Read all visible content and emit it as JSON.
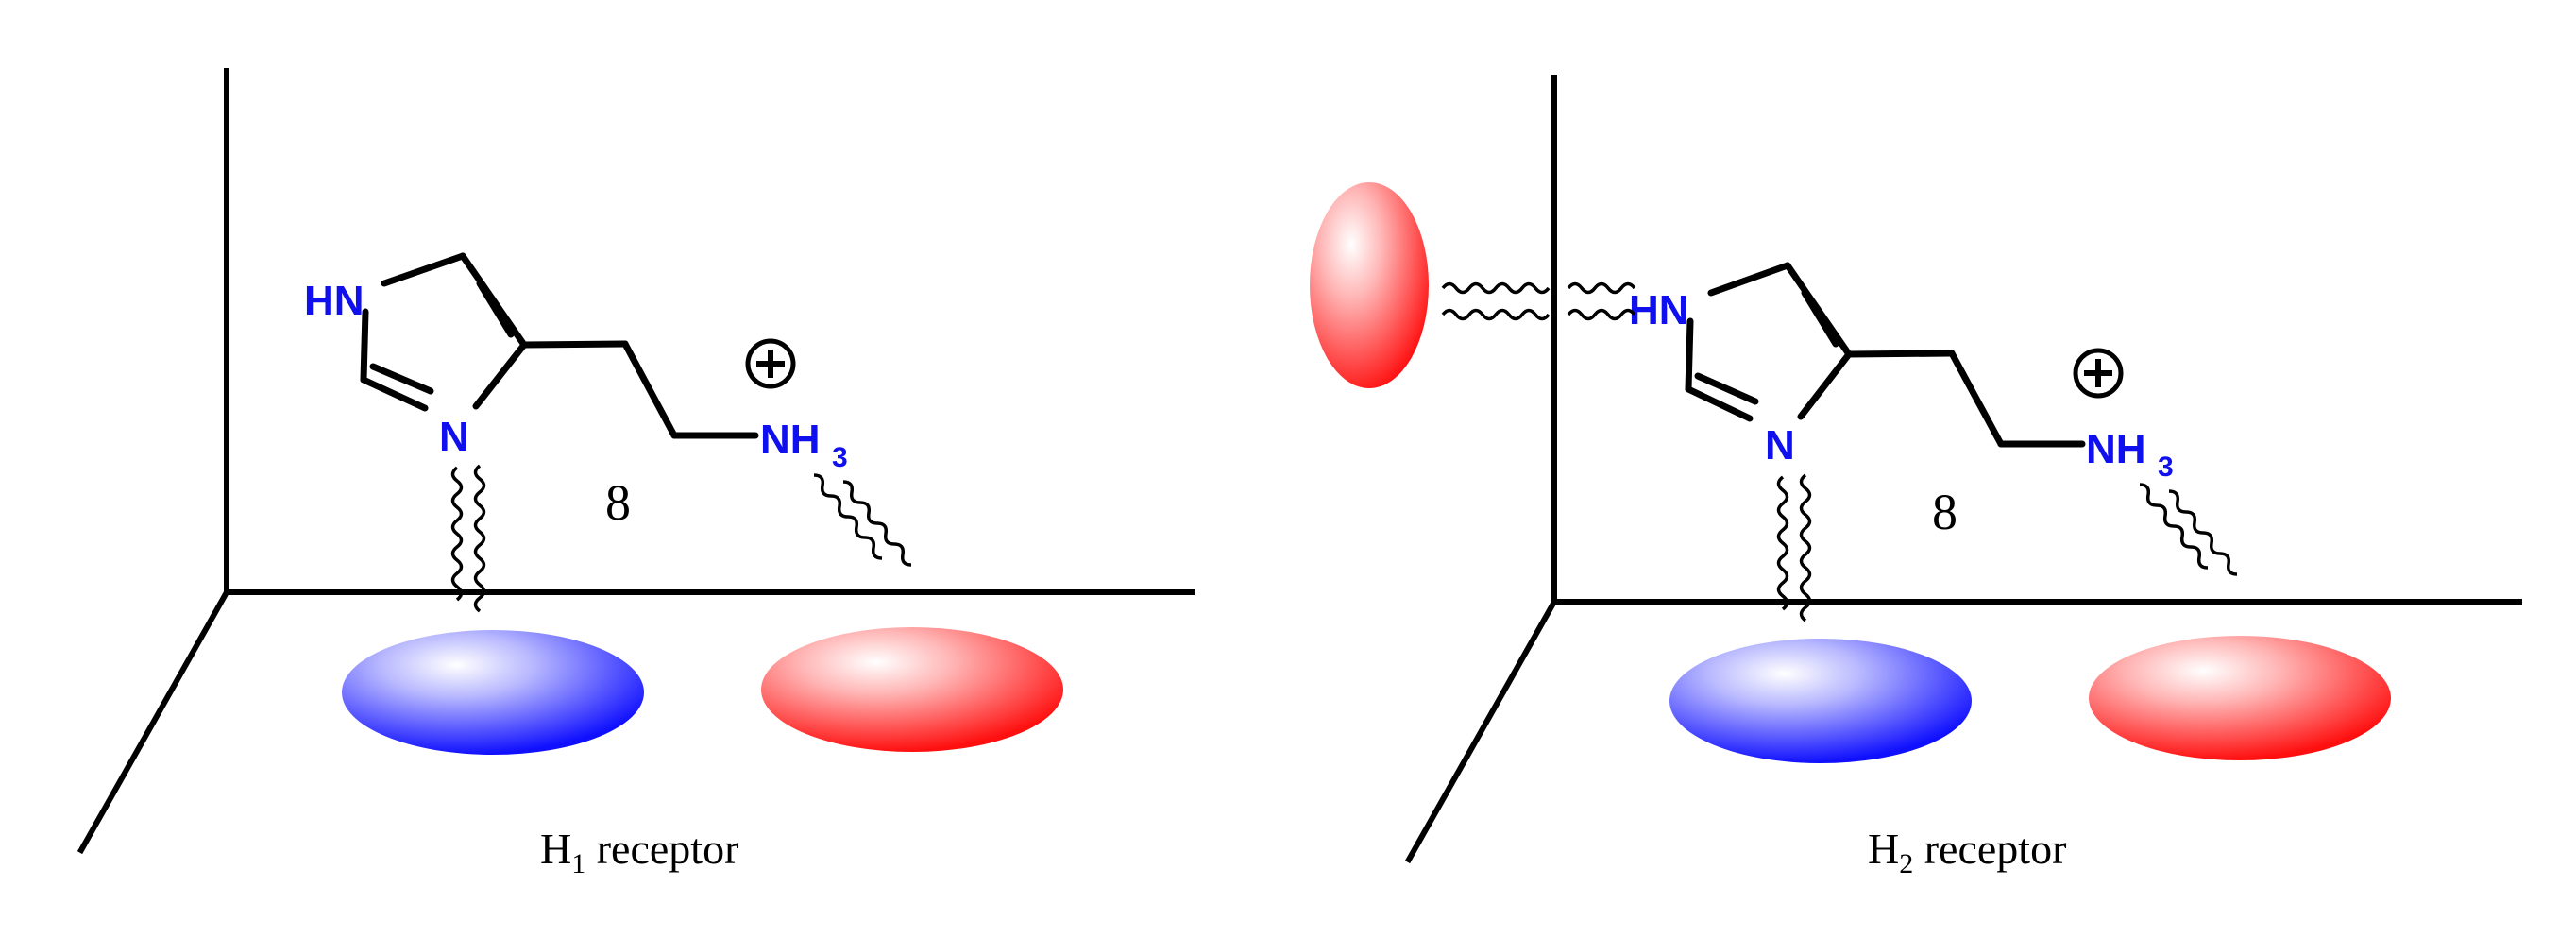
{
  "panels": [
    {
      "id": "h1",
      "caption_main": "H",
      "caption_sub": "1",
      "caption_rest": " receptor",
      "label_number": "8",
      "atoms": {
        "hn": "HN",
        "n": "N",
        "nh": "NH",
        "nh_sub": "3"
      },
      "charge_symbol": "+",
      "pockets": [
        "blue",
        "red"
      ],
      "side_pocket": false
    },
    {
      "id": "h2",
      "caption_main": "H",
      "caption_sub": "2",
      "caption_rest": " receptor",
      "label_number": "8",
      "atoms": {
        "hn": "HN",
        "n": "N",
        "nh": "NH",
        "nh_sub": "3"
      },
      "charge_symbol": "+",
      "pockets": [
        "blue",
        "red"
      ],
      "side_pocket": true
    }
  ],
  "colors": {
    "heteroatom": "#1010ee",
    "bond": "#000000",
    "blue_site": "#1a1aff",
    "red_site": "#ff1a1a"
  }
}
